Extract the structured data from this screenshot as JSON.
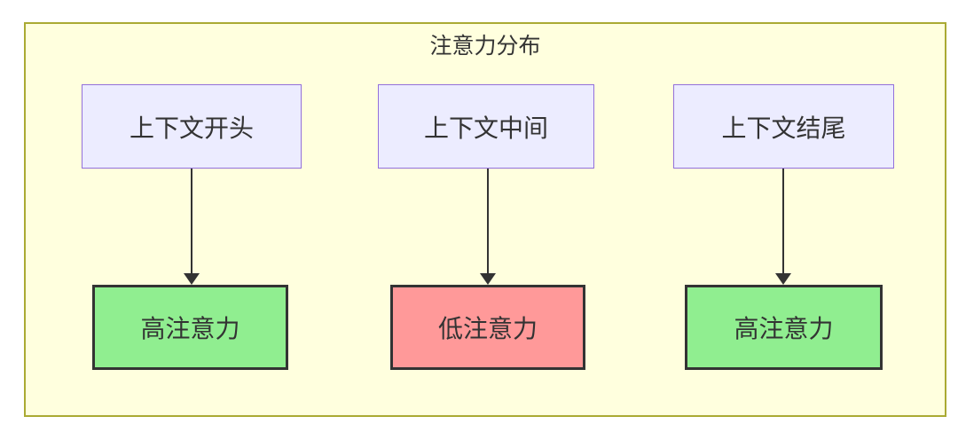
{
  "diagram": {
    "title": "注意力分布",
    "columns": [
      {
        "source": "上下文开头",
        "target": "高注意力",
        "level": "high"
      },
      {
        "source": "上下文中间",
        "target": "低注意力",
        "level": "low"
      },
      {
        "source": "上下文结尾",
        "target": "高注意力",
        "level": "high"
      }
    ],
    "colors": {
      "container_bg": "#ffffde",
      "container_border": "#aaaa33",
      "source_bg": "#ececff",
      "source_border": "#9370db",
      "high_bg": "#90ee90",
      "low_bg": "#ff9999",
      "target_border": "#333333",
      "arrow": "#333333",
      "text": "#333333"
    }
  }
}
